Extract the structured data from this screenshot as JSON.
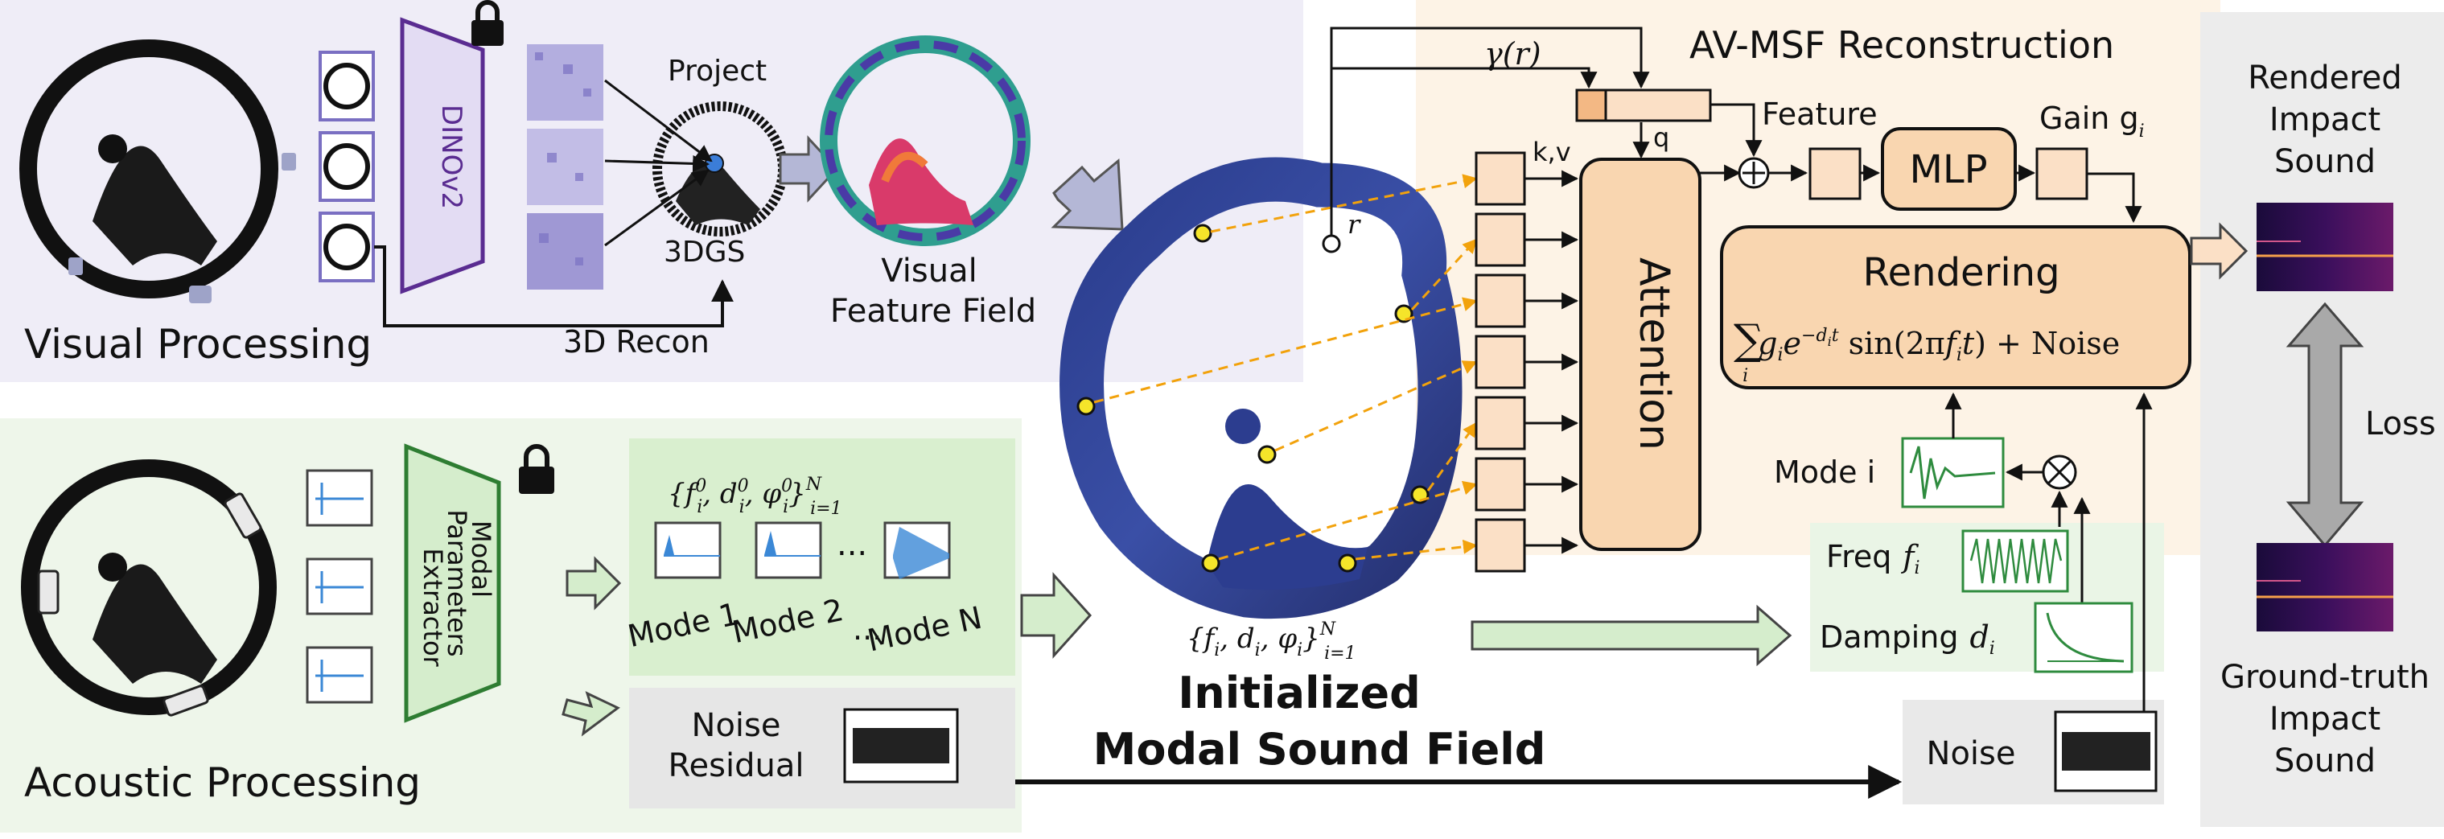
{
  "title": "AV-MSF Reconstruction",
  "visual": {
    "section_label": "Visual Processing",
    "dinov2_label": "DINOv2",
    "project_label": "Project",
    "gs_label": "3DGS",
    "recon_label": "3D Recon",
    "field_label_1": "Visual",
    "field_label_2": "Feature Field"
  },
  "acoustic": {
    "section_label": "Acoustic Processing",
    "extractor_label_1": "Modal",
    "extractor_label_2": "Parameters",
    "extractor_label_3": "Extractor",
    "init_params": "{f",
    "mode1": "Mode 1",
    "mode2": "Mode 2",
    "ellipsis": "...",
    "modeN": "Mode N",
    "noise_residual_1": "Noise",
    "noise_residual_2": "Residual"
  },
  "field": {
    "params_label": "{f",
    "title_1": "Initialized",
    "title_2": "Modal Sound Field",
    "r_label": "r"
  },
  "recon": {
    "gamma_label": "γ(r)",
    "q_label": "q",
    "kv_label": "k,v",
    "attention_label": "Attention",
    "feature_label": "Feature",
    "gain_label": "Gain g",
    "mlp_label": "MLP",
    "rendering_label": "Rendering",
    "rendering_eq": "∑ g e  sin(2πf t) + Noise",
    "mode_label": "Mode i",
    "freq_label": "Freq",
    "damping_label": "Damping",
    "noise_label": "Noise"
  },
  "output": {
    "rendered_1": "Rendered",
    "rendered_2": "Impact",
    "rendered_3": "Sound",
    "loss_label": "Loss",
    "gt_1": "Ground-truth",
    "gt_2": "Impact",
    "gt_3": "Sound"
  }
}
